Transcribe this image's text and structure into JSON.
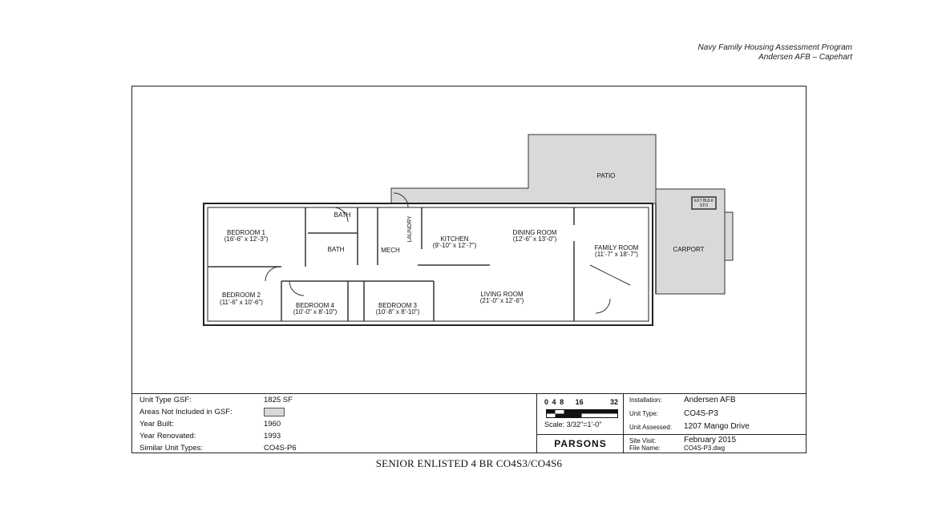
{
  "header": {
    "line1": "Navy Family Housing Assessment Program",
    "line2": "Andersen AFB – Capehart"
  },
  "floor_plan": {
    "rooms": [
      {
        "name": "BEDROOM 1",
        "dims": "(16'-6\" x 12'-3\")"
      },
      {
        "name": "BEDROOM 2",
        "dims": "(11'-6\" x 10'-6\")"
      },
      {
        "name": "BEDROOM 4",
        "dims": "(10'-0\" x 8'-10\")"
      },
      {
        "name": "BEDROOM 3",
        "dims": "(10'-8\" x 8'-10\")"
      },
      {
        "name": "BATH",
        "dims": ""
      },
      {
        "name": "BATH",
        "dims": ""
      },
      {
        "name": "LAUNDRY",
        "dims": ""
      },
      {
        "name": "MECH",
        "dims": ""
      },
      {
        "name": "KITCHEN",
        "dims": "(9'-10\" x 12'-7\")"
      },
      {
        "name": "DINING ROOM",
        "dims": "(12'-6\" x 13'-0\")"
      },
      {
        "name": "LIVING ROOM",
        "dims": "(21'-0\" x 12'-6\")"
      },
      {
        "name": "FAMILY ROOM",
        "dims": "(11'-7\" x 18'-7\")"
      },
      {
        "name": "PATIO",
        "dims": ""
      },
      {
        "name": "CARPORT",
        "dims": ""
      },
      {
        "name": "EXT BULK",
        "dims": "STO"
      }
    ],
    "excluded_area_color": "#d9d9d9"
  },
  "title_block": {
    "unit_type_gsf": {
      "label": "Unit Type GSF:",
      "value": "1825 SF"
    },
    "areas_not_included": {
      "label": "Areas Not Included in GSF:"
    },
    "year_built": {
      "label": "Year Built:",
      "value": "1960"
    },
    "year_renovated": {
      "label": "Year Renovated:",
      "value": "1993"
    },
    "similar_unit_types": {
      "label": "Similar Unit Types:",
      "value": "CO4S-P6"
    },
    "scale": {
      "ticks": [
        "0",
        "4",
        "8",
        "16",
        "32"
      ],
      "text": "Scale: 3/32\"=1'-0\""
    },
    "logo": "PARSONS",
    "installation": {
      "label": "Installation:",
      "value": "Andersen AFB"
    },
    "unit_type": {
      "label": "Unit Type:",
      "value": "CO4S-P3"
    },
    "unit_assessed": {
      "label": "Unit Assessed:",
      "value": "1207 Mango Drive"
    },
    "site_visit": {
      "label": "Site Visit:",
      "value": "February 2015"
    },
    "file_name": {
      "label": "File Name:",
      "value": "CO4S-P3.dwg"
    }
  },
  "caption": "SENIOR ENLISTED 4 BR CO4S3/CO4S6"
}
